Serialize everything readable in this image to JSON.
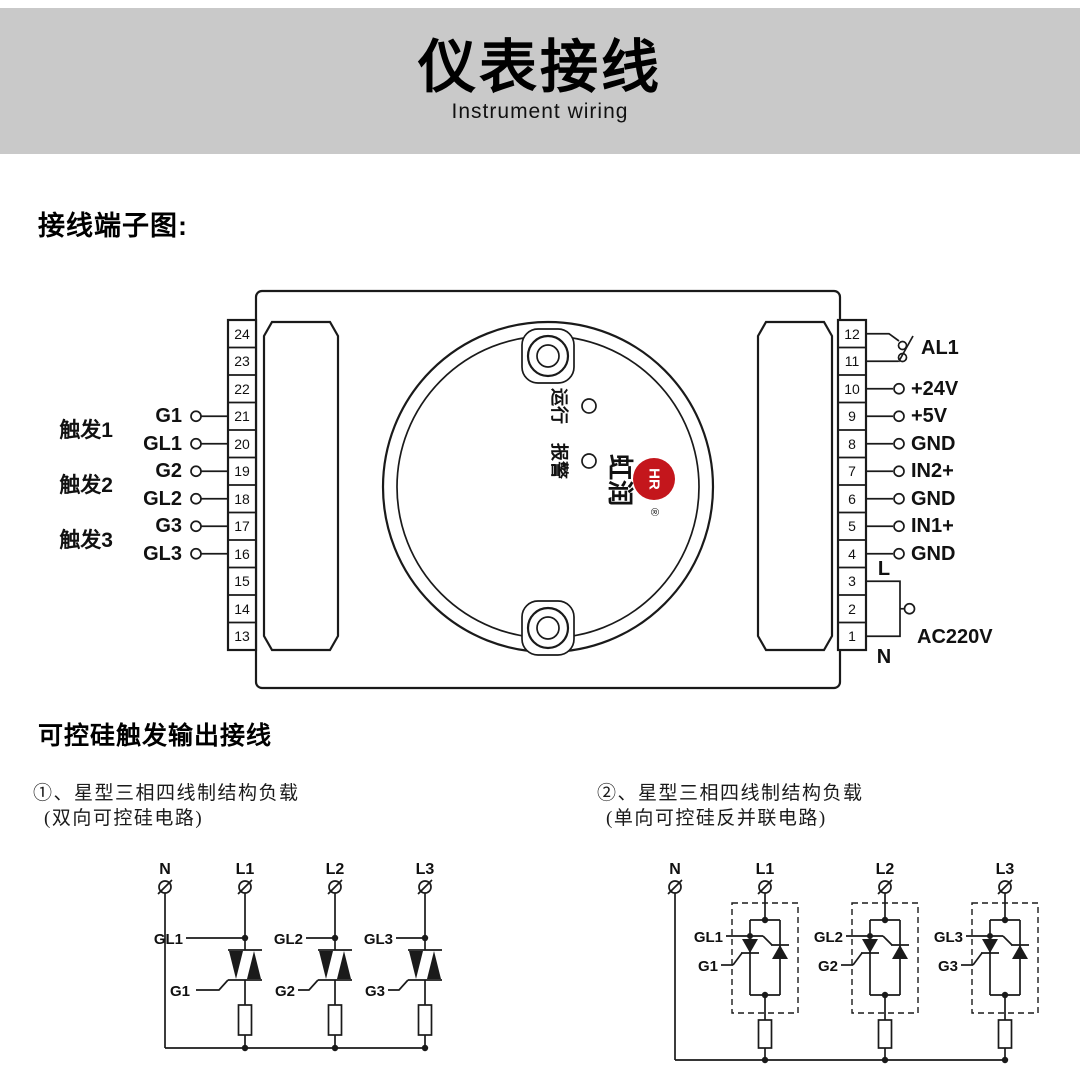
{
  "header": {
    "title": "仪表接线",
    "subtitle": "Instrument wiring"
  },
  "sections": {
    "terminal_heading": "接线端子图:",
    "output_heading": "可控硅触发输出接线"
  },
  "colors": {
    "banner": "#c9c9c9",
    "stroke": "#1a1a1a",
    "logo_red": "#c4161c"
  },
  "device": {
    "left_terminals": [
      "24",
      "23",
      "22",
      "21",
      "20",
      "19",
      "18",
      "17",
      "16",
      "15",
      "14",
      "13"
    ],
    "right_terminals": [
      "12",
      "11",
      "10",
      "9",
      "8",
      "7",
      "6",
      "5",
      "4",
      "3",
      "2",
      "1"
    ],
    "left_pins": [
      "G1",
      "GL1",
      "G2",
      "GL2",
      "G3",
      "GL3"
    ],
    "left_groups": [
      "触发1",
      "触发2",
      "触发3"
    ],
    "right_pins": [
      "AL1",
      "+24V",
      "+5V",
      "GND",
      "IN2+",
      "GND",
      "IN1+",
      "GND"
    ],
    "power": {
      "line": "L",
      "neutral": "N",
      "voltage": "AC220V"
    },
    "indicator_run": "运行",
    "indicator_alarm": "报警",
    "logo_cn": "虹润",
    "logo_hr": "HR",
    "logo_reg": "®"
  },
  "circuit1": {
    "title": "①、星型三相四线制结构负载",
    "subtitle": "(双向可控硅电路)",
    "phases": [
      "N",
      "L1",
      "L2",
      "L3"
    ],
    "gate_labels": [
      "GL1",
      "GL2",
      "GL3"
    ],
    "trigger_labels": [
      "G1",
      "G2",
      "G3"
    ]
  },
  "circuit2": {
    "title": "②、星型三相四线制结构负载",
    "subtitle": "(单向可控硅反并联电路)",
    "phases": [
      "N",
      "L1",
      "L2",
      "L3"
    ],
    "gate_labels": [
      "GL1",
      "GL2",
      "GL3"
    ],
    "trigger_labels": [
      "G1",
      "G2",
      "G3"
    ]
  }
}
